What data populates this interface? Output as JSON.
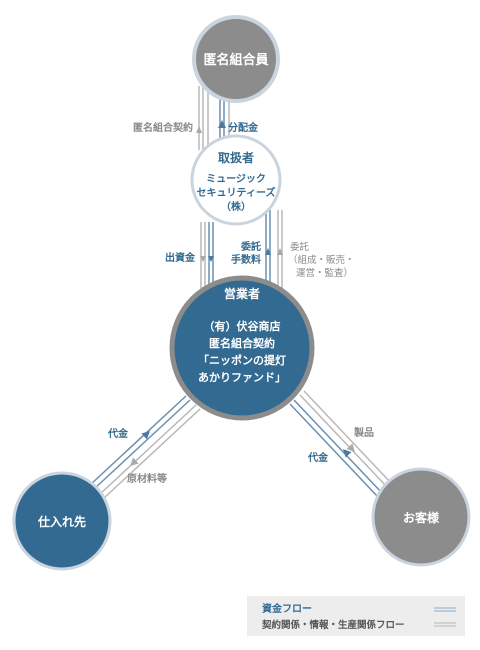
{
  "nodes": {
    "investors": {
      "label": "匿名組合員"
    },
    "handler": {
      "title": "取扱者",
      "lines": [
        "ミュージック",
        "セキュリティーズ",
        "（株）"
      ]
    },
    "operator": {
      "title": "営業者",
      "lines": [
        "（有）伏谷商店",
        "匿名組合契約",
        "「ニッポンの提灯",
        "あかりファンド」"
      ]
    },
    "supplier": {
      "label": "仕入れ先"
    },
    "customer": {
      "label": "お客様"
    }
  },
  "flows": {
    "top_contract": "匿名組合契約",
    "top_distribution": "分配金",
    "mid_investment": "出資金",
    "mid_fee_1": "委託",
    "mid_fee_2": "手数料",
    "mid_consign_1": "委託",
    "mid_consign_2": "（組成・販売・",
    "mid_consign_3": "運営・監査）",
    "left_payment": "代金",
    "left_materials": "原材料等",
    "right_product": "製品",
    "right_payment": "代金"
  },
  "legend": {
    "money_flow": "資金フロー",
    "contract_flow": "契約関係・情報・生産関係フロー"
  },
  "colors": {
    "blue": "#336a91",
    "gray": "#8c8c8c",
    "ring": "#c9d4df",
    "text_gray": "#8a8a8a",
    "legend_bg": "#ededed"
  }
}
